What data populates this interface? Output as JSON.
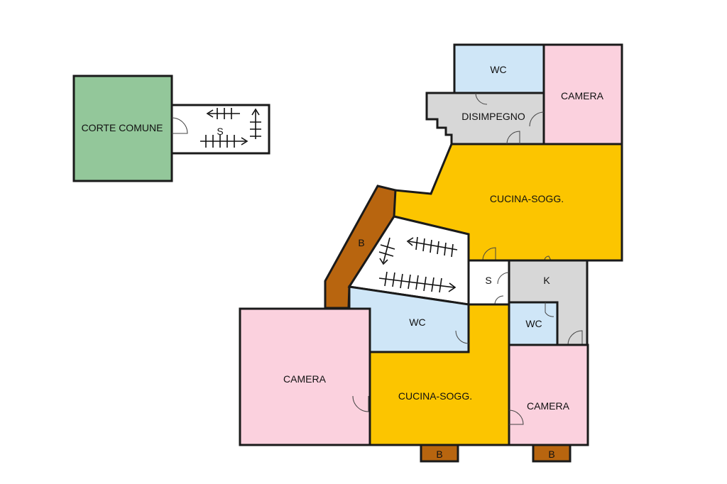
{
  "labels": {
    "corte_comune": "CORTE COMUNE",
    "stair_top": "S",
    "wc_top": "WC",
    "camera_top": "CAMERA",
    "disimpegno": "DISIMPEGNO",
    "cucina_top": "CUCINA-SOGG.",
    "balcony_side": "B",
    "s_small": "S",
    "k": "K",
    "wc_mid": "WC",
    "wc_small": "WC",
    "camera_left": "CAMERA",
    "cucina_bottom": "CUCINA-SOGG.",
    "camera_right": "CAMERA",
    "balcony_bottom_1": "B",
    "balcony_bottom_2": "B"
  },
  "colors": {
    "green": "#93c79a",
    "pink": "#fbd1de",
    "blue": "#cfe6f7",
    "gray": "#d7d7d7",
    "yellow": "#fcc500",
    "brown": "#b8650f",
    "white": "#ffffff"
  }
}
